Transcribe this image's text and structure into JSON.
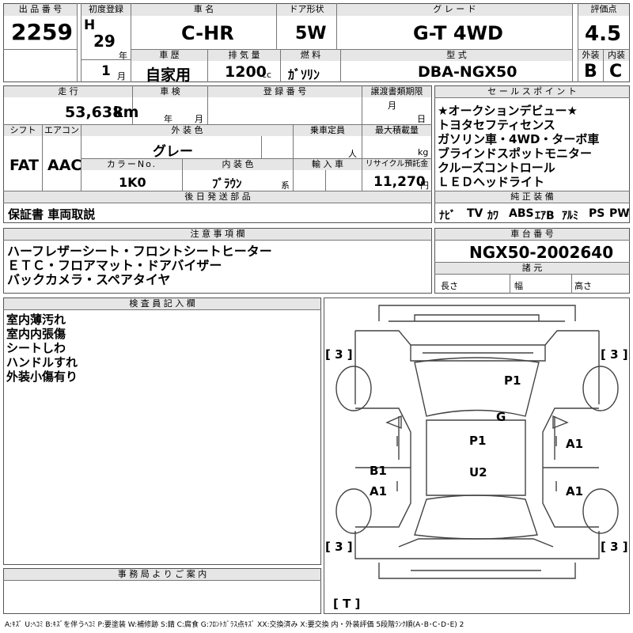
{
  "header": {
    "lot_label": "出 品 番 号",
    "lot_value": "2259",
    "reg_label": "初度登録",
    "era": "H",
    "reg_year": "29",
    "year_unit": "年",
    "reg_month": "1",
    "month_unit": "月",
    "name_label": "車 名",
    "name_value": "C-HR",
    "history_label": "車 歴",
    "history_value": "自家用",
    "cc_label": "排 気 量",
    "cc_value": "1200",
    "cc_unit": "cc",
    "door_label": "ドア形状",
    "door_value": "5W",
    "fuel_label": "燃 料",
    "fuel_value": "ｶﾞｿﾘﾝ",
    "grade_label": "グ レ ー ド",
    "grade_value": "G-T 4WD",
    "model_label": "型 式",
    "model_value": "DBA-NGX50",
    "score_label": "評価点",
    "score_value": "4.5",
    "ext_label": "外装",
    "ext_value": "B",
    "int_label": "内装",
    "int_value": "C"
  },
  "row2": {
    "mileage_label": "走 行",
    "mileage_value": "53,638",
    "mileage_unit": "km",
    "inspection_label": "車 検",
    "insp_year": "年",
    "insp_month": "月",
    "regno_label": "登 録 番 号",
    "transfer_label": "譲渡書類期限",
    "transfer_month": "月",
    "transfer_day": "日",
    "shift_label": "シフト",
    "shift_value": "FAT",
    "ac_label": "エアコン",
    "ac_value": "AAC",
    "color_label": "外 装 色",
    "color_value": "グレー",
    "capacity_label": "乗車定員",
    "capacity_unit": "人",
    "load_label": "最大積載量",
    "load_unit": "kg",
    "colorno_label": "カラーNo.",
    "colorno_value": "1K0",
    "intcolor_label": "内 装 色",
    "intcolor_value": "ﾌﾞﾗｳﾝ",
    "intcolor_suffix": "系",
    "import_label": "輸 入 車",
    "recycle_label": "リサイクル預託金",
    "recycle_value": "11,270",
    "recycle_unit": "円",
    "later_label": "後 日 発 送 部 品",
    "later_value": "保証書 車両取説"
  },
  "sales": {
    "label": "セ ー ル ス ポ イ ン ト",
    "points": [
      "★オークションデビュー★",
      "トヨタセフティセンス",
      "ガソリン車・4WD・ターボ車",
      "ブラインドスポットモニター",
      "クルーズコントロール",
      "ＬＥＤヘッドライト"
    ]
  },
  "equipment": {
    "label": "純 正 装 備",
    "items": [
      "ﾅﾋﾞ",
      "TV",
      "ｶﾜ",
      "ABS",
      "ｴｱB",
      "ｱﾙﾐ",
      "PS",
      "PW"
    ]
  },
  "notes": {
    "label": "注 意 事 項 欄",
    "lines": [
      "ハーフレザーシート・フロントシートヒーター",
      "ＥＴＣ・フロアマット・ドアバイザー",
      "バックカメラ・スペアタイヤ"
    ]
  },
  "chassis": {
    "label": "車 台 番 号",
    "value": "NGX50-2002640",
    "spec_label": "諸 元",
    "length_label": "長さ",
    "width_label": "幅",
    "height_label": "高さ"
  },
  "inspector": {
    "label": "検 査 員 記 入 欄",
    "lines": [
      "室内薄汚れ",
      "室内内張傷",
      "シートしわ",
      "ハンドルすれ",
      "外装小傷有り"
    ]
  },
  "diagram": {
    "tire_marks": [
      "[ 3 ]",
      "[ 3 ]",
      "[ 3 ]",
      "[ 3 ]"
    ],
    "spare_mark": "[ T ]",
    "damage": [
      "P1",
      "G",
      "P1",
      "U2",
      "B1",
      "A1",
      "A1",
      "A1"
    ]
  },
  "office": {
    "label": "事 務 局 よ り ご 案 内"
  },
  "legend": "A:ｷｽﾞ U:ﾍｺﾐ B:ｷｽﾞを伴うﾍｺﾐ P:要塗装 W:補修跡 S:錆 C:腐食 G:ﾌﾛﾝﾄｶﾞﾗｽ点ｷｽﾞ XX:交換済み X:要交換 内・外装評価 5段階ﾗﾝｸ順(A･B･C･D･E) 2"
}
